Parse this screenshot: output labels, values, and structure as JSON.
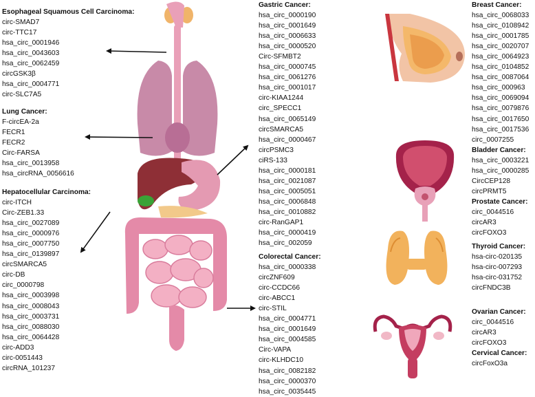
{
  "colors": {
    "arrow": "#111111",
    "organ_pink": "#f1a6b8",
    "organ_dark_pink": "#d96b8a",
    "liver": "#8e2f36",
    "gallbladder": "#3aa236",
    "lung": "#c88aa8",
    "esophagus": "#e9a0b8",
    "bladder": "#a4224a",
    "thyroid": "#f2b25c",
    "breast": "#f4b86a"
  },
  "sections": {
    "esophageal": {
      "title": "Esophageal Squamous Cell Carcinoma:",
      "items": [
        "circ-SMAD7",
        "circ-TTC17",
        "hsa_circ_0001946",
        "hsa_circ_0043603",
        "hsa_circ_0062459",
        "circGSK3β",
        "hsa_circ_0004771",
        "circ-SLC7A5"
      ]
    },
    "lung": {
      "title": "Lung Cancer:",
      "items": [
        "F-circEA-2a",
        "FECR1",
        "FECR2",
        "Circ-FARSA",
        "hsa_circ_0013958",
        "hsa_circRNA_0056616"
      ]
    },
    "hepatocellular": {
      "title": "Hepatocellular Carcinoma:",
      "items": [
        "circ-ITCH",
        "Circ-ZEB1.33",
        "hsa_circ_0027089",
        "hsa_circ_0000976",
        "hsa_circ_0007750",
        "hsa_circ_0139897",
        "circSMARCA5",
        "circ-DB",
        "circ_0000798",
        "hsa_circ_0003998",
        "hsa_circ_0008043",
        "hsa_circ_0003731",
        "hsa_circ_0088030",
        "hsa_circ_0064428",
        "circ-ADD3",
        "circ-0051443",
        "circRNA_101237"
      ]
    },
    "gastric": {
      "title": "Gastric Cancer:",
      "items": [
        "hsa_circ_0000190",
        "hsa_circ_0001649",
        "hsa_circ_0006633",
        "hsa_circ_0000520",
        "Circ-SFMBT2",
        "hsa_circ_0000745",
        "hsa_circ_0061276",
        "hsa_circ_0001017",
        "circ-KIAA1244",
        "circ_SPECC1",
        "hsa_circ_0065149",
        "circSMARCA5",
        "hsa_circ_0000467",
        "circPSMC3",
        "ciRS-133",
        "hsa_circ_0000181",
        "hsa_circ_0021087",
        "hsa_circ_0005051",
        "hsa_circ_0006848",
        "hsa_circ_0010882",
        "circ-RanGAP1",
        "hsa_circ_0000419",
        "hsa_circ_002059"
      ]
    },
    "colorectal": {
      "title": "Colorectal Cancer:",
      "items": [
        "hsa_circ_0000338",
        "circZNF609",
        "circ-CCDC66",
        "circ-ABCC1",
        "circ-STIL",
        "hsa_circ_0004771",
        "hsa_circ_0001649",
        "hsa_circ_0004585",
        "Circ-VAPA",
        "circ-KLHDC10",
        "hsa_circ_0082182",
        "hsa_circ_0000370",
        "hsa_circ_0035445"
      ]
    },
    "breast": {
      "title": "Breast Cancer:",
      "items": [
        "hsa_circ_0068033",
        "hsa_circ_0108942",
        "hsa_circ_0001785",
        "hsa_circ_0020707",
        "hsa_circ_0064923",
        "hsa_circ_0104852",
        "hsa_circ_0087064",
        "hsa_circ_000963",
        "hsa_circ_0069094",
        "hsa_circ_0079876",
        "hsa_circ_0017650",
        "hsa_circ_0017536",
        "circ_0007255"
      ]
    },
    "bladder": {
      "title": "Bladder Cancer:",
      "items": [
        "hsa_circ_0003221",
        "hsa_circ_0000285",
        "CircCEP128",
        "circPRMT5"
      ]
    },
    "prostate": {
      "title": "Prostate Cancer:",
      "items": [
        "circ_0044516",
        "circAR3",
        "circFOXO3"
      ]
    },
    "thyroid": {
      "title": "Thyroid Cancer:",
      "items": [
        "hsa-circ-020135",
        "hsa-circ-007293",
        "hsa-circ-031752",
        "circFNDC3B"
      ]
    },
    "ovarian": {
      "title": "Ovarian Cancer:",
      "items": [
        "circ_0044516",
        "circAR3",
        "circFOXO3"
      ]
    },
    "cervical": {
      "title": "Cervical Cancer:",
      "items": [
        "circFoxO3a"
      ]
    }
  }
}
